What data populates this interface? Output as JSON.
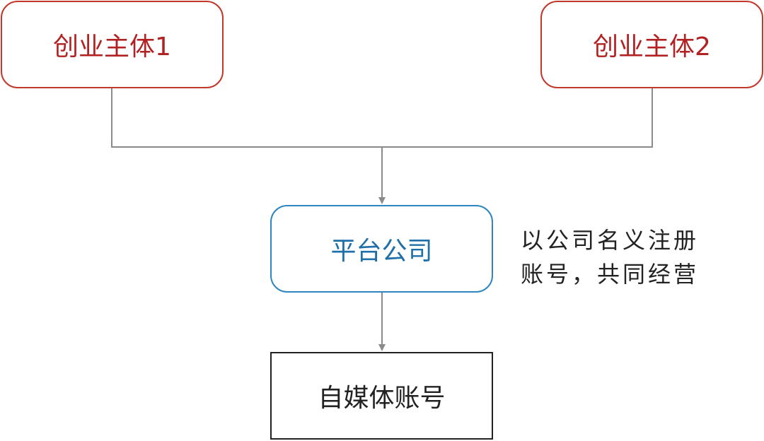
{
  "diagram": {
    "nodes": {
      "founder_1": "创业主体1",
      "founder_2": "创业主体2",
      "platform": "平台公司",
      "account": "自媒体账号"
    },
    "note": {
      "line_1": "以公司名义注册",
      "line_2": "账号，共同经营"
    },
    "colors": {
      "founder_border": "#c0392b",
      "founder_text": "#b22222",
      "platform_border": "#2e86c1",
      "platform_text": "#1f6fa8",
      "account_border": "#222222",
      "connector": "#8a8a8a"
    }
  }
}
